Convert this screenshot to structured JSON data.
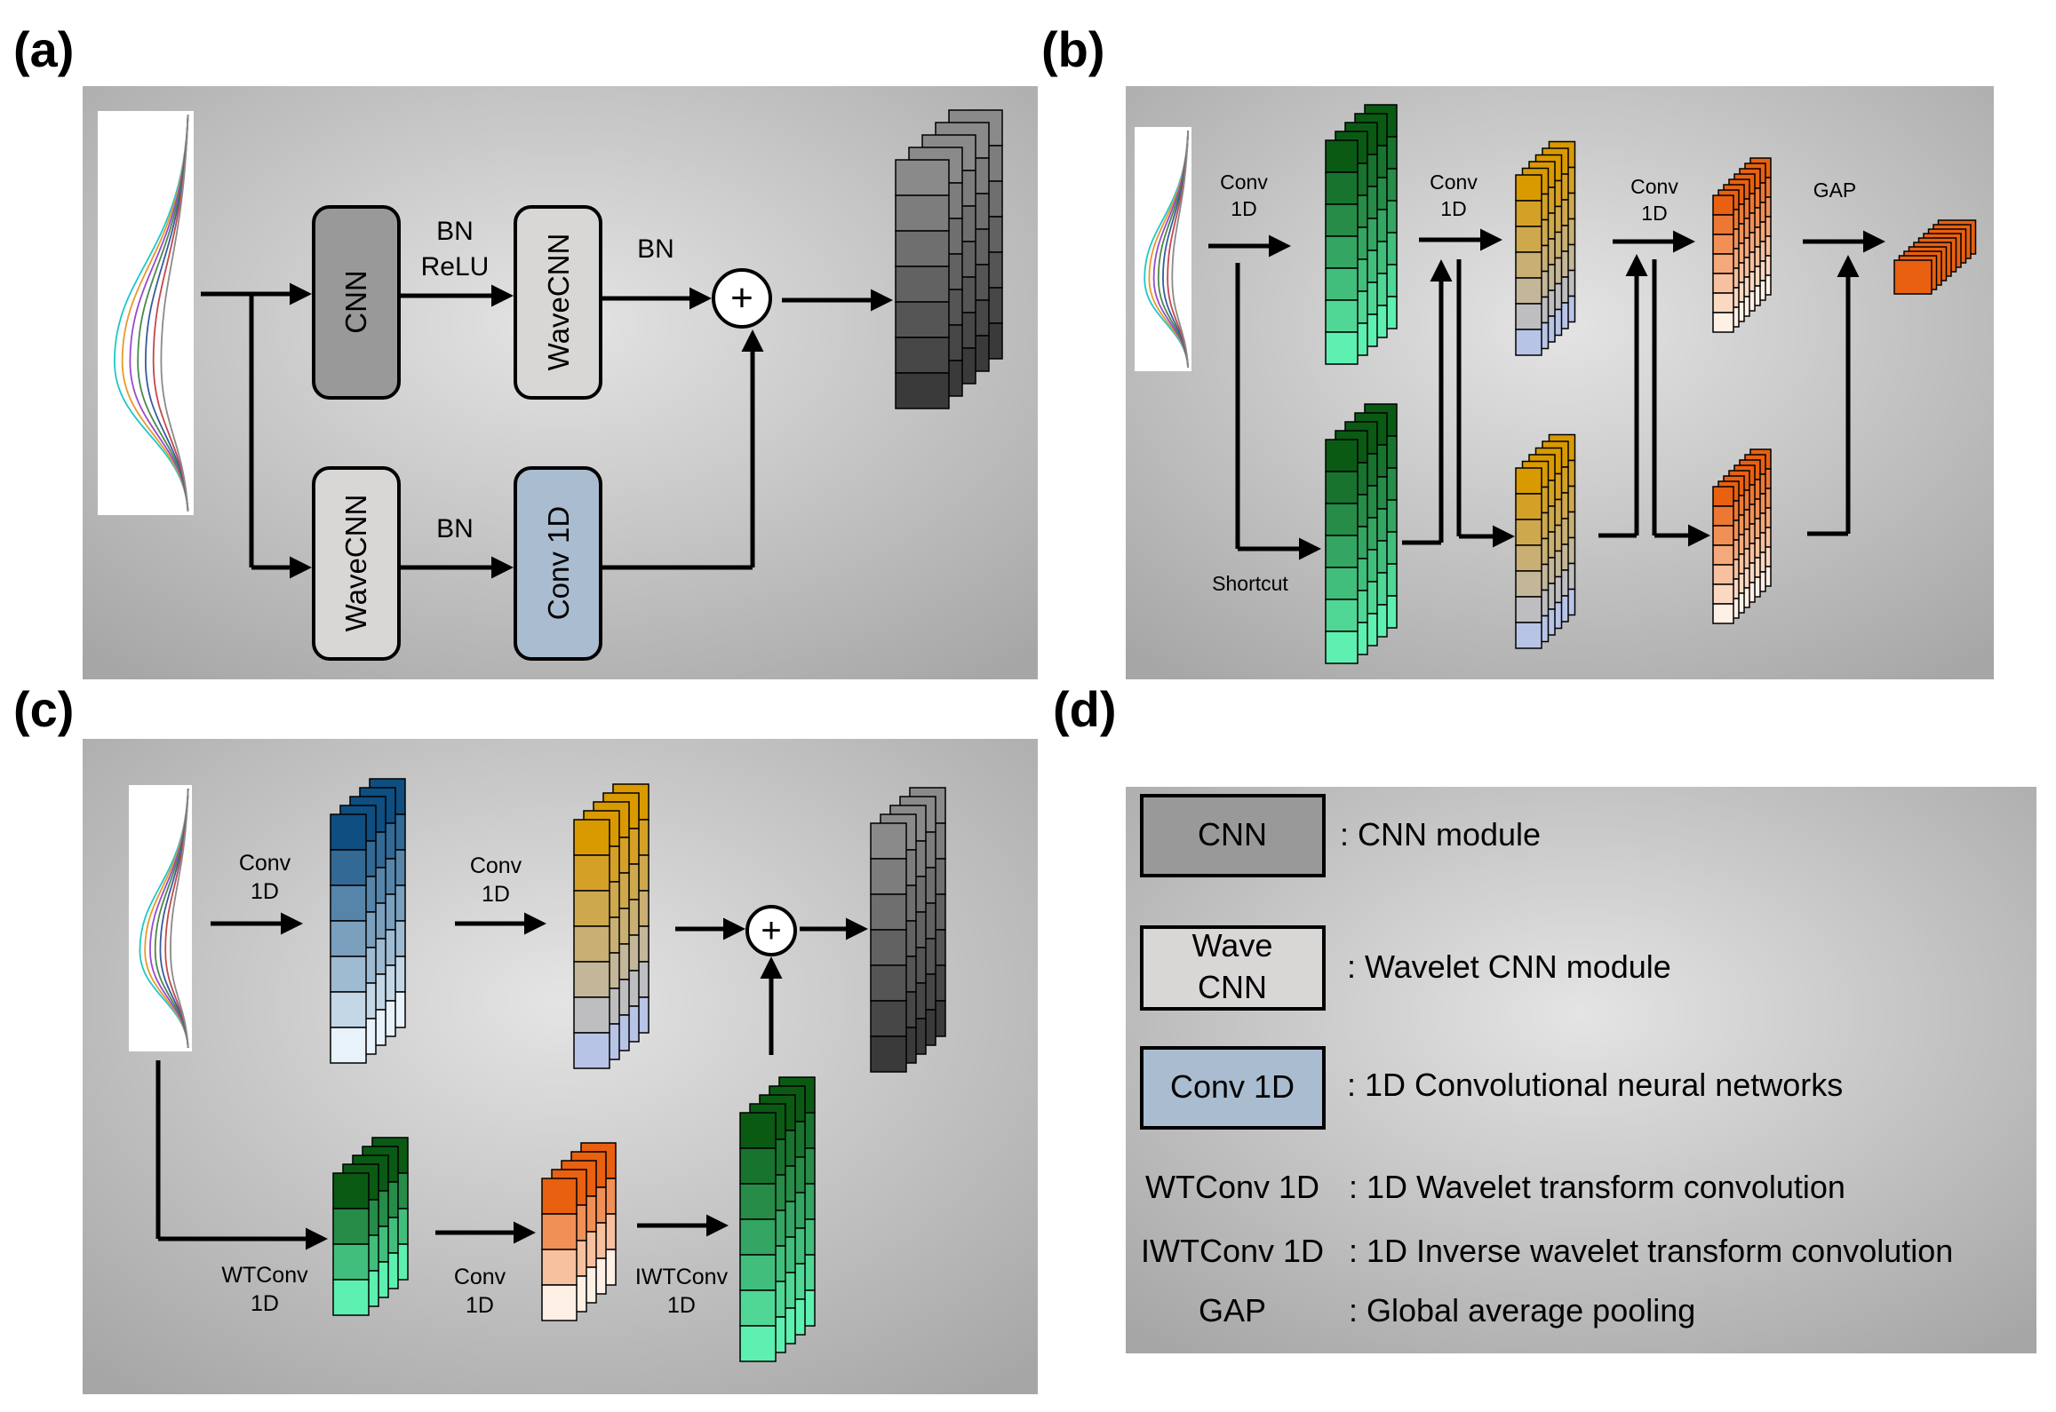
{
  "panels": {
    "a": {
      "label": "(a)",
      "cnn": "CNN",
      "bn_relu_line1": "BN",
      "bn_relu_line2": "ReLU",
      "wavecnn_top": "WaveCNN",
      "bn_top": "BN",
      "wavecnn_bottom": "WaveCNN",
      "bn_bottom": "BN",
      "conv1d": "Conv 1D",
      "plus": "+"
    },
    "b": {
      "label": "(b)",
      "conv1_line1": "Conv",
      "conv1_line2": "1D",
      "conv2_line1": "Conv",
      "conv2_line2": "1D",
      "conv3_line1": "Conv",
      "conv3_line2": "1D",
      "gap": "GAP",
      "shortcut": "Shortcut"
    },
    "c": {
      "label": "(c)",
      "conv1_line1": "Conv",
      "conv1_line2": "1D",
      "conv2_line1": "Conv",
      "conv2_line2": "1D",
      "wt_line1": "WTConv",
      "wt_line2": "1D",
      "conv3_line1": "Conv",
      "conv3_line2": "1D",
      "iwt_line1": "IWTConv",
      "iwt_line2": "1D",
      "plus": "+"
    },
    "d": {
      "label": "(d)",
      "legend": [
        {
          "symbol": "CNN",
          "desc": ": CNN module"
        },
        {
          "symbol_line1": "Wave",
          "symbol_line2": "CNN",
          "desc": ": Wavelet CNN module"
        },
        {
          "symbol": "Conv 1D",
          "desc": ": 1D Convolutional neural networks"
        },
        {
          "symbol": "WTConv 1D",
          "desc": ": 1D Wavelet transform convolution"
        },
        {
          "symbol": "IWTConv 1D",
          "desc": ": 1D Inverse wavelet transform convolution"
        },
        {
          "symbol": "GAP",
          "desc": ": Global average pooling"
        }
      ]
    }
  },
  "colors": {
    "panel_bg_center": "#e6e6e6",
    "panel_bg_edge": "#a3a3a3",
    "cnn_box": "#999999",
    "wavecnn_box": "#d9d6d6",
    "conv1d_box": "#a9bcd0",
    "green_top": "#0a5a14",
    "green_bottom": "#5ef0b0",
    "gold_top": "#d99a00",
    "gold_bottom": "#b8c4e6",
    "orange_top": "#e86010",
    "orange_bottom": "#fff0e6",
    "blue_top": "#0e4e80",
    "blue_bottom": "#e8f2fb",
    "gray_top": "#8a8a8a",
    "gray_bottom": "#3a3a3a"
  }
}
